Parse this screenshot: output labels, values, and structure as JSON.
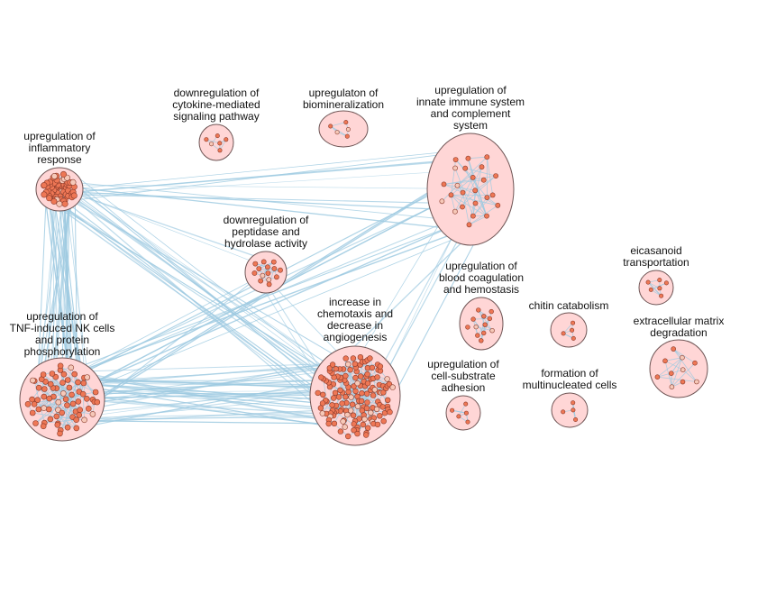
{
  "colors": {
    "background": "#ffffff",
    "cluster_fill": "#ffd6d6",
    "cluster_stroke": "#6f5555",
    "node_fill": "#ee7755",
    "node_fill_light": "#f6c8b8",
    "node_stroke": "#8a3a2a",
    "edge": "#9ecae1",
    "label": "#111111"
  },
  "clusters": [
    {
      "id": "inflammatory",
      "label_lines": [
        "upregulation of",
        "inflammatory",
        "response"
      ],
      "nodes": 60
    },
    {
      "id": "cytokine",
      "label_lines": [
        "downregulation of",
        "cytokine-mediated",
        "signaling pathway"
      ],
      "nodes": 6
    },
    {
      "id": "biomineralization",
      "label_lines": [
        "upregulaton of",
        "biomineralization"
      ],
      "nodes": 5
    },
    {
      "id": "complement",
      "label_lines": [
        "upregulation of",
        "innate immune system",
        "and complement",
        "system"
      ],
      "nodes": 24
    },
    {
      "id": "peptidase",
      "label_lines": [
        "downregulation of",
        "peptidase and",
        "hydrolase activity"
      ],
      "nodes": 14
    },
    {
      "id": "tnf",
      "label_lines": [
        "upregulation of",
        "TNF-induced NK cells",
        "and protein",
        "phosphorylation"
      ],
      "nodes": 70
    },
    {
      "id": "chemotaxis",
      "label_lines": [
        "increase in",
        "chemotaxis and",
        "decrease in",
        "angiogenesis"
      ],
      "nodes": 150
    },
    {
      "id": "coagulation",
      "label_lines": [
        "upregulation of",
        "blood coagulation",
        "and hemostasis"
      ],
      "nodes": 12
    },
    {
      "id": "eicosanoid",
      "label_lines": [
        "eicasanoid",
        "transportation"
      ],
      "nodes": 6
    },
    {
      "id": "chitin",
      "label_lines": [
        "chitin catabolism"
      ],
      "nodes": 4
    },
    {
      "id": "ecm",
      "label_lines": [
        "extracellular matrix",
        "degradation"
      ],
      "nodes": 10
    },
    {
      "id": "adhesion",
      "label_lines": [
        "upregulation of",
        "cell-substrate",
        "adhesion"
      ],
      "nodes": 5
    },
    {
      "id": "multinucleated",
      "label_lines": [
        "formation of",
        "multinucleated cells"
      ],
      "nodes": 4
    }
  ],
  "links": [
    {
      "source": "inflammatory",
      "target": "tnf",
      "count": 26
    },
    {
      "source": "inflammatory",
      "target": "chemotaxis",
      "count": 18
    },
    {
      "source": "inflammatory",
      "target": "complement",
      "count": 10
    },
    {
      "source": "inflammatory",
      "target": "peptidase",
      "count": 2
    },
    {
      "source": "tnf",
      "target": "chemotaxis",
      "count": 40
    },
    {
      "source": "tnf",
      "target": "complement",
      "count": 10
    },
    {
      "source": "tnf",
      "target": "inflammatory",
      "count": 6
    },
    {
      "source": "chemotaxis",
      "target": "complement",
      "count": 6
    },
    {
      "source": "peptidase",
      "target": "chemotaxis",
      "count": 3
    },
    {
      "source": "peptidase",
      "target": "tnf",
      "count": 2
    }
  ]
}
